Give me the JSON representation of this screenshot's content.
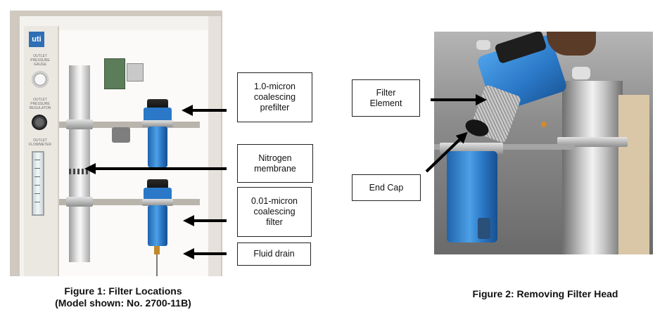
{
  "figure1": {
    "callouts": {
      "prefilter": [
        "1.0-micron",
        "coalescing",
        "prefilter"
      ],
      "membrane": [
        "Nitrogen",
        "membrane"
      ],
      "filter": [
        "0.01-micron",
        "coalescing",
        "filter"
      ],
      "drain": [
        "Fluid drain"
      ]
    },
    "panel_labels": {
      "gauge": [
        "OUTLET",
        "PRESSURE",
        "GAUGE"
      ],
      "regulator": [
        "OUTLET",
        "PRESSURE",
        "REGULATOR"
      ],
      "flowmeter": [
        "OUTLET",
        "FLOWMETER"
      ]
    },
    "logo_text": "uti",
    "caption_line1": "Figure 1: Filter Locations",
    "caption_line2": "(Model shown: No. 2700-11B)"
  },
  "figure2": {
    "callouts": {
      "element": [
        "Filter",
        "Element"
      ],
      "endcap": [
        "End Cap"
      ]
    },
    "caption": "Figure 2: Removing Filter Head"
  },
  "colors": {
    "filter_blue": "#2a78c7",
    "cabinet": "#f4f2ee",
    "arrow": "#000000"
  }
}
